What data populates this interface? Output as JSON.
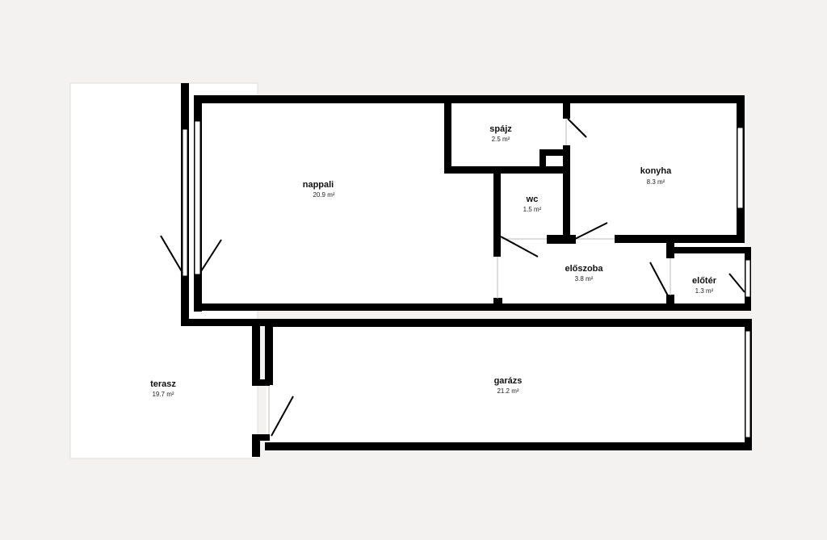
{
  "rooms": {
    "nappali": {
      "name": "nappali",
      "area": "20.9 m²"
    },
    "spajz": {
      "name": "spájz",
      "area": "2.5 m²"
    },
    "konyha": {
      "name": "konyha",
      "area": "8.3 m²"
    },
    "wc": {
      "name": "wc",
      "area": "1.5 m²"
    },
    "eloszoba": {
      "name": "előszoba",
      "area": "3.8 m²"
    },
    "eloter": {
      "name": "előtér",
      "area": "1.3 m²"
    },
    "terasz": {
      "name": "terasz",
      "area": "19.7 m²"
    },
    "garazs": {
      "name": "garázs",
      "area": "21.2 m²"
    }
  },
  "colors": {
    "background": "#f3f2f0",
    "floor": "#ffffff",
    "wall": "#000000"
  }
}
